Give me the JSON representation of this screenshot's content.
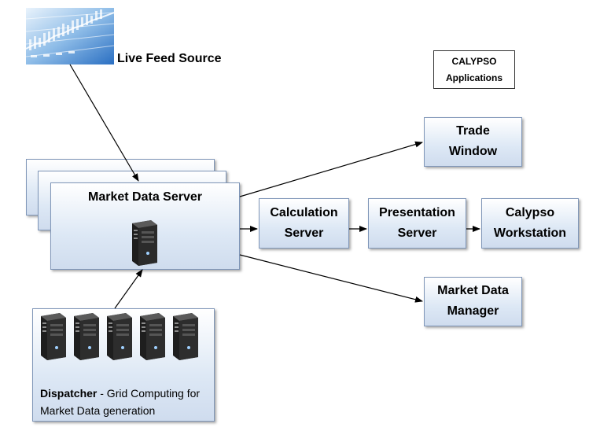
{
  "live_feed": {
    "label": "Live Feed Source"
  },
  "calypso_note": {
    "line1": "CALYPSO",
    "line2": "Applications"
  },
  "market_data_server": {
    "label": "Market Data Server"
  },
  "calculation_server": {
    "line1": "Calculation",
    "line2": "Server"
  },
  "presentation_server": {
    "line1": "Presentation",
    "line2": "Server"
  },
  "calypso_workstation": {
    "line1": "Calypso",
    "line2": "Workstation"
  },
  "trade_window": {
    "line1": "Trade",
    "line2": "Window"
  },
  "market_data_manager": {
    "line1": "Market Data",
    "line2": "Manager"
  },
  "dispatcher": {
    "title": "Dispatcher",
    "rest": " - Grid Computing for",
    "line2": "Market Data generation"
  },
  "colors": {
    "box_border": "#7f96b8",
    "arrow": "#000000"
  }
}
